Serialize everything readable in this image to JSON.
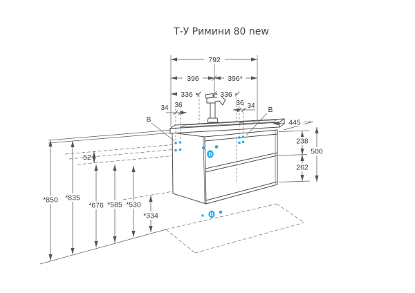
{
  "title": "Т-У Римини 80 new",
  "colors": {
    "line": "#4c4c4c",
    "accent_blue": "#29abe2",
    "text": "#3a3a3a"
  },
  "dimensions": {
    "top": {
      "total_width": "792",
      "left_half": "396",
      "right_half": "396*",
      "left_336": "336",
      "right_336": "336",
      "left_34": "34",
      "left_36": "36",
      "right_36": "36",
      "right_34": "34"
    },
    "right": {
      "depth": "445",
      "upper_drawer_height": "238",
      "total_height": "500",
      "lower_drawer_height": "262"
    },
    "left": {
      "countertop_height": "*850",
      "cabinet_top_height": "*835",
      "supply_gap": "52",
      "height_676": "*676",
      "height_585": "*585",
      "height_530": "*530",
      "cabinet_bottom_height": "*334"
    }
  },
  "markers": {
    "water_left": "B",
    "water_right": "B",
    "drain_wall": "D",
    "drain_floor": "D"
  }
}
